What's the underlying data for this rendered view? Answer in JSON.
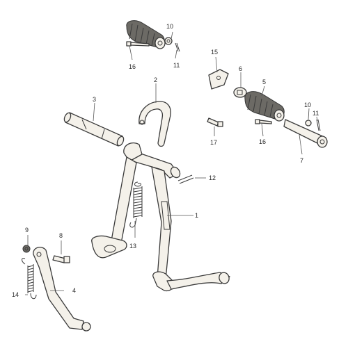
{
  "labels": {
    "l1": "1",
    "l2": "2",
    "l3": "3",
    "l4": "4",
    "l5": "5",
    "l6": "6",
    "l7": "7",
    "l8": "8",
    "l9": "9",
    "l10a": "10",
    "l10b": "10",
    "l11a": "11",
    "l11b": "11",
    "l12": "12",
    "l13": "13",
    "l14": "14",
    "l15": "15",
    "l16a": "16",
    "l16b": "16",
    "l17": "17"
  }
}
